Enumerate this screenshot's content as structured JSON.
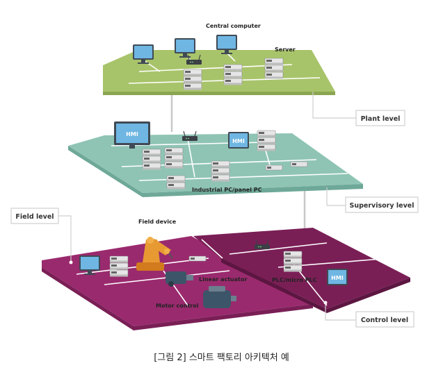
{
  "labels": {
    "central_computer": "Central computer",
    "server": "Server",
    "plant_level": "Plant level",
    "hmi": "HMI",
    "industrial_pc": "Industrial PC/panel PC",
    "supervisory_level": "Supervisory level",
    "field_level": "Field level",
    "field_device": "Field device",
    "linear_actuator": "Linear actuator",
    "motor_control": "Motor control",
    "plc": "PLC/micro PLC",
    "control_level": "Control level"
  },
  "caption": "[그림 2] 스마트 팩토리 아키텍처 예",
  "colors": {
    "plant": "#a8c46a",
    "supervisory": "#8fc4b4",
    "field": "#9a2a6e",
    "control": "#7a1f56",
    "label_border": "#cfcfcf",
    "connector": "#c8c8c8"
  }
}
